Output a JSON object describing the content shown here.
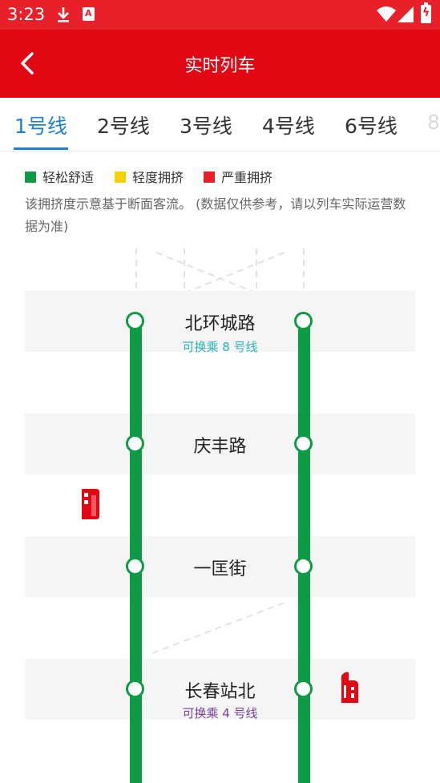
{
  "status_bar": {
    "time": "3:23",
    "icons": [
      "download-icon",
      "app-notification-icon",
      "wifi-icon",
      "signal-icon",
      "battery-charging-icon"
    ]
  },
  "app_bar": {
    "back_icon": "chevron-left-icon",
    "title": "实时列车"
  },
  "tabs": [
    {
      "label": "1号线",
      "active": true
    },
    {
      "label": "2号线",
      "active": false
    },
    {
      "label": "3号线",
      "active": false
    },
    {
      "label": "4号线",
      "active": false
    },
    {
      "label": "6号线",
      "active": false
    },
    {
      "label": "8",
      "active": false
    }
  ],
  "legend": [
    {
      "label": "轻松舒适",
      "color": "#0d9c45"
    },
    {
      "label": "轻度拥挤",
      "color": "#f6d200"
    },
    {
      "label": "严重拥挤",
      "color": "#e8202a"
    }
  ],
  "note": "该拥挤度示意基于断面客流。 (数据仅供参考，请以列车实际运营数据为准)",
  "line_color": "#0d9c45",
  "stations": [
    {
      "name": "北环城路",
      "transfer": "可换乘 8 号线",
      "transfer_color": "#2bb3b8"
    },
    {
      "name": "庆丰路",
      "transfer": "",
      "transfer_color": ""
    },
    {
      "name": "一匡街",
      "transfer": "",
      "transfer_color": ""
    },
    {
      "name": "长春站北",
      "transfer": "可换乘 4 号线",
      "transfer_color": "#7b3fa0"
    }
  ],
  "trains": [
    {
      "side": "left",
      "crowding": "serious",
      "color": "#e30613",
      "icon": "train-icon"
    },
    {
      "side": "right",
      "crowding": "serious",
      "color": "#e30613",
      "icon": "train-icon"
    }
  ]
}
